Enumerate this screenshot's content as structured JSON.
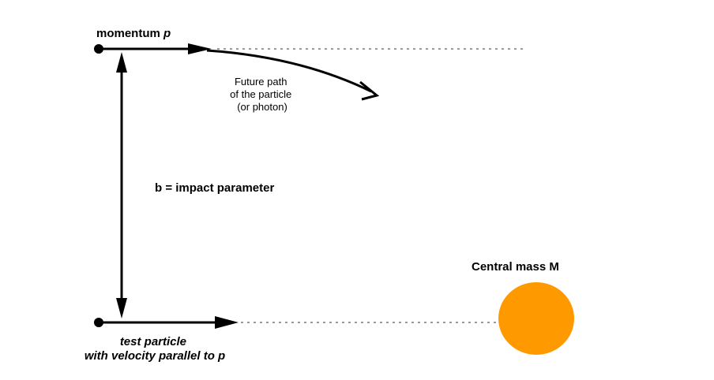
{
  "labels": {
    "momentum_prefix": "momentum ",
    "momentum_symbol": "p",
    "future_path": [
      "Future path",
      "of the particle",
      "(or photon)"
    ],
    "impact_parameter": "b = impact parameter",
    "central_mass": "Central mass M",
    "test_particle": [
      "test particle",
      "with velocity parallel to p"
    ]
  },
  "colors": {
    "ink": "#000000",
    "dotted_line": "#999999",
    "mass_fill": "#ff9900"
  }
}
